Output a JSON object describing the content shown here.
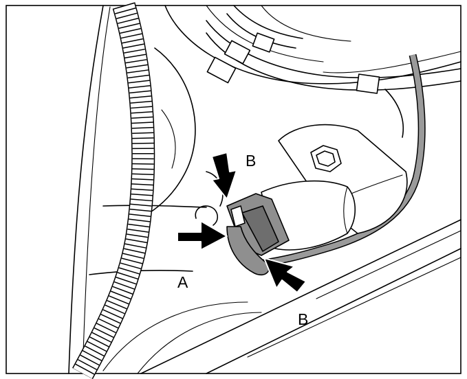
{
  "labels": {
    "a": "A",
    "b_top": "B",
    "b_bottom": "B"
  },
  "colors": {
    "background": "#ffffff",
    "line": "#000000",
    "connector_grey": "#8f8f8f",
    "arrow": "#000000"
  },
  "icons": [
    "arrow-icon"
  ]
}
